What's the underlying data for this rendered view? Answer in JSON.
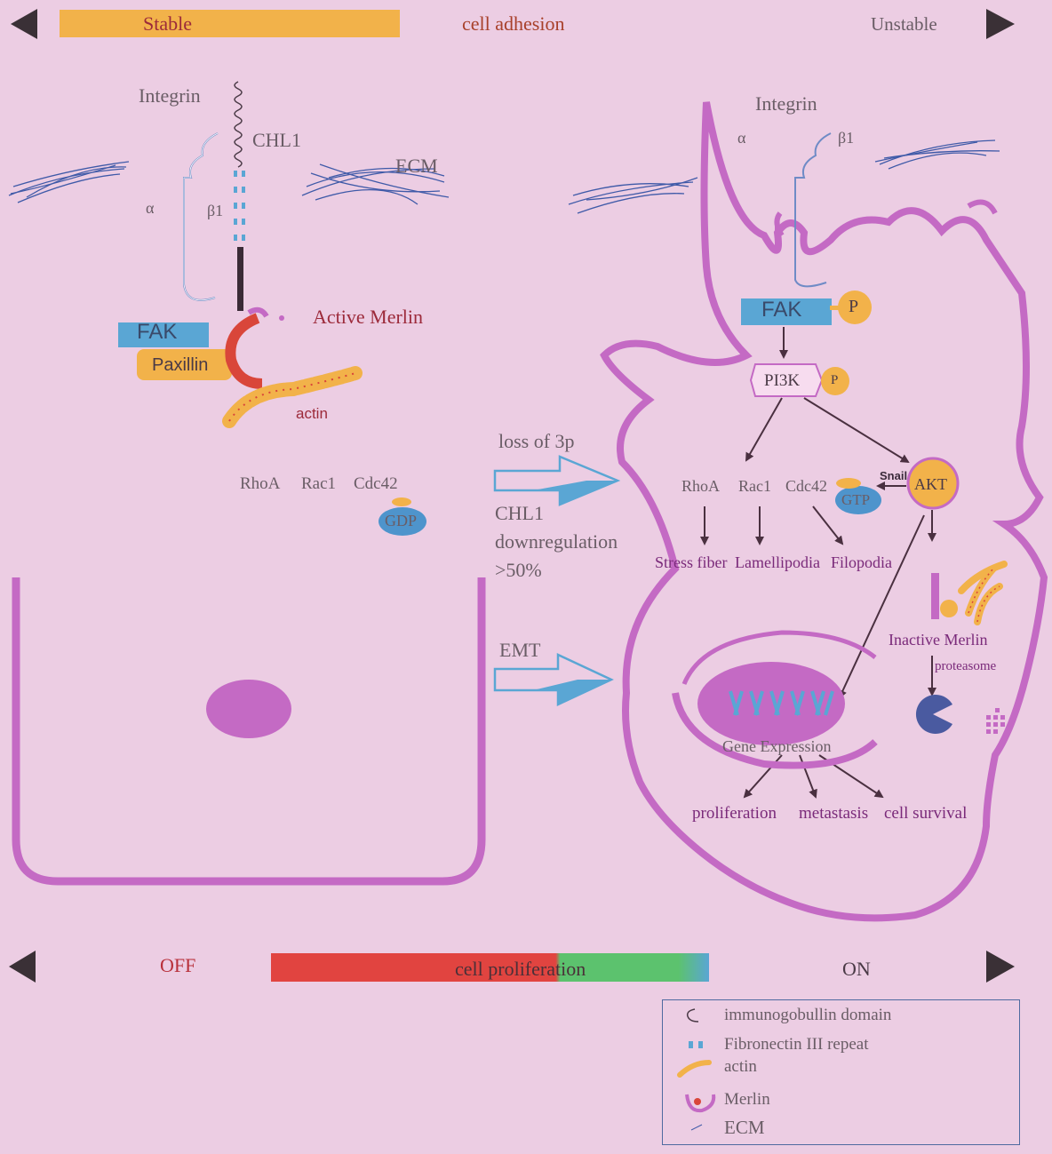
{
  "top_bar": {
    "left_label": "Stable",
    "center_label": "cell adhesion",
    "right_label": "Unstable"
  },
  "bottom_bar": {
    "left_label": "OFF",
    "center_label": "cell proliferation",
    "right_label": "ON"
  },
  "left_cell": {
    "integrin_label": "Integrin",
    "chl1_label": "CHL1",
    "ecm_label": "ECM",
    "alpha_label": "α",
    "beta_label": "β1",
    "fak_label": "FAK",
    "paxillin_label": "Paxillin",
    "merlin_label": "Active Merlin",
    "actin_label": "actin",
    "gtpases": [
      "RhoA",
      "Rac1",
      "Cdc42"
    ],
    "gdp_label": "GDP"
  },
  "middle": {
    "loss_label": "loss of 3p",
    "chl1_down_1": "CHL1",
    "chl1_down_2": "downregulation",
    "chl1_down_3": ">50%",
    "emt_label": "EMT"
  },
  "right_cell": {
    "integrin_label": "Integrin",
    "alpha_label": "α",
    "beta_label": "β1",
    "fak_label": "FAK",
    "p_label": "P",
    "pi3k_label": "PI3K",
    "gtpases": [
      "RhoA",
      "Rac1",
      "Cdc42"
    ],
    "gtp_label": "GTP",
    "snail_label": "Snail",
    "akt_label": "AKT",
    "outcomes": [
      "Stress fiber",
      "Lamellipodia",
      "Filopodia"
    ],
    "inactive_merlin_label": "Inactive Merlin",
    "proteasome_label": "proteasome",
    "gene_expression_label": "Gene Expression",
    "results": [
      "proliferation",
      "metastasis",
      "cell survival"
    ]
  },
  "legend": {
    "items": [
      "immunogobullin domain",
      "Fibronectin III repeat",
      "actin",
      "Merlin",
      "ECM"
    ]
  },
  "colors": {
    "background": "#eccde3",
    "membrane": "#c46ac4",
    "fak_blue": "#5aa6d4",
    "paxillin_orange": "#f2b24a",
    "merlin_red": "#d9463a",
    "gdp_blue": "#4e94cc",
    "arrow_dark": "#4a3040",
    "off_red": "#e14440",
    "on_green": "#5cc26e"
  }
}
